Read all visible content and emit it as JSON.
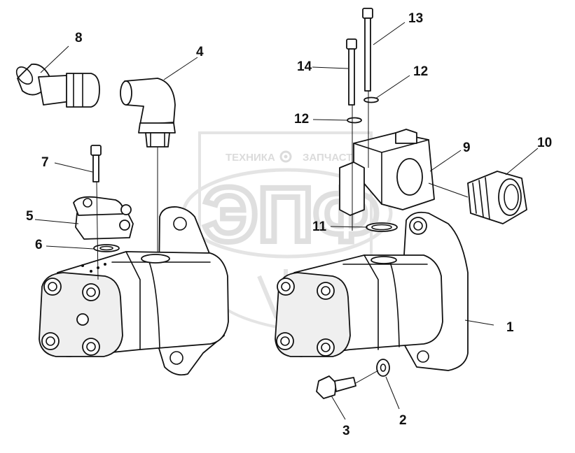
{
  "watermark": {
    "left_text": "ТЕХНИКА",
    "right_text": "ЗАПЧАСТИ",
    "big_text": "ЭПФ",
    "gear_icon": "gear-icon"
  },
  "callouts": [
    {
      "id": "c1",
      "label": "1"
    },
    {
      "id": "c2",
      "label": "2"
    },
    {
      "id": "c3",
      "label": "3"
    },
    {
      "id": "c4",
      "label": "4"
    },
    {
      "id": "c5",
      "label": "5"
    },
    {
      "id": "c6",
      "label": "6"
    },
    {
      "id": "c7",
      "label": "7"
    },
    {
      "id": "c8",
      "label": "8"
    },
    {
      "id": "c9",
      "label": "9"
    },
    {
      "id": "c10",
      "label": "10"
    },
    {
      "id": "c11",
      "label": "11"
    },
    {
      "id": "c12a",
      "label": "12"
    },
    {
      "id": "c12b",
      "label": "12"
    },
    {
      "id": "c13",
      "label": "13"
    },
    {
      "id": "c14",
      "label": "14"
    }
  ]
}
